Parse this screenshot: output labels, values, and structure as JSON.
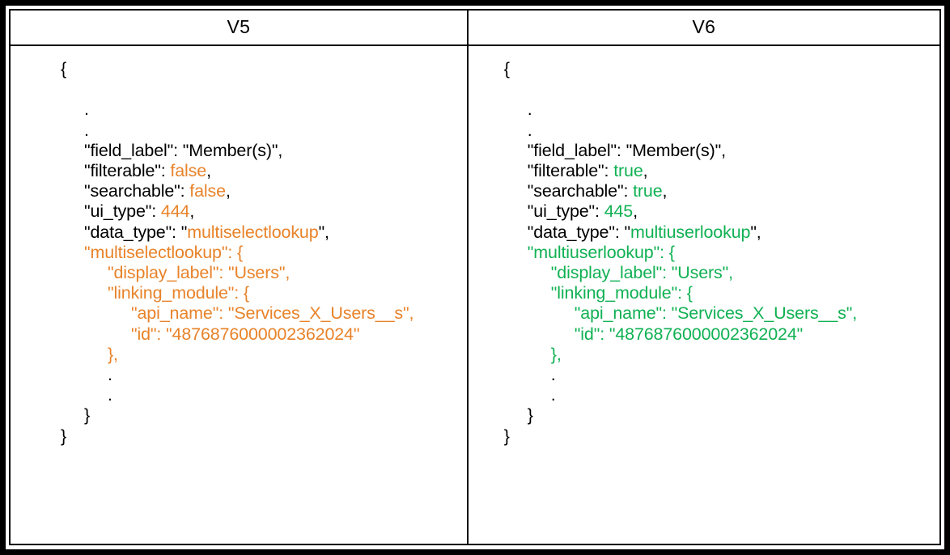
{
  "figure": {
    "type": "two-column-json-comparison",
    "colors": {
      "v5_highlight": "#E8832A",
      "v6_highlight": "#10B153",
      "text": "#000000",
      "border": "#000000",
      "background": "#FFFFFF"
    }
  },
  "columns": [
    {
      "id": "v5",
      "header": "V5",
      "highlight_color": "#E8832A",
      "lines": [
        {
          "indent": 0,
          "segments": [
            {
              "text": "{",
              "style": "plain"
            }
          ]
        },
        {
          "indent": 0,
          "segments": []
        },
        {
          "indent": 1,
          "segments": [
            {
              "text": ".",
              "style": "plain"
            }
          ]
        },
        {
          "indent": 1,
          "segments": [
            {
              "text": ".",
              "style": "plain"
            }
          ]
        },
        {
          "indent": 1,
          "segments": [
            {
              "text": "\"field_label\": \"Member(s)\",",
              "style": "plain"
            }
          ]
        },
        {
          "indent": 1,
          "segments": [
            {
              "text": "\"filterable\": ",
              "style": "plain"
            },
            {
              "text": "false",
              "style": "highlight"
            },
            {
              "text": ",",
              "style": "plain"
            }
          ]
        },
        {
          "indent": 1,
          "segments": [
            {
              "text": "\"searchable\": ",
              "style": "plain"
            },
            {
              "text": "false",
              "style": "highlight"
            },
            {
              "text": ",",
              "style": "plain"
            }
          ]
        },
        {
          "indent": 1,
          "segments": [
            {
              "text": "\"ui_type\": ",
              "style": "plain"
            },
            {
              "text": "444",
              "style": "highlight"
            },
            {
              "text": ",",
              "style": "plain"
            }
          ]
        },
        {
          "indent": 1,
          "segments": [
            {
              "text": "\"data_type\": \"",
              "style": "plain"
            },
            {
              "text": "multiselectlookup",
              "style": "highlight"
            },
            {
              "text": "\",",
              "style": "plain"
            }
          ]
        },
        {
          "indent": 1,
          "segments": [
            {
              "text": "\"multiselectlookup\": {",
              "style": "highlight"
            }
          ]
        },
        {
          "indent": 2,
          "segments": [
            {
              "text": "\"display_label\": \"Users\",",
              "style": "highlight"
            }
          ]
        },
        {
          "indent": 2,
          "segments": [
            {
              "text": "\"linking_module\": {",
              "style": "highlight"
            }
          ]
        },
        {
          "indent": 3,
          "segments": [
            {
              "text": "\"api_name\": \"Services_X_Users__s\",",
              "style": "highlight"
            }
          ]
        },
        {
          "indent": 3,
          "segments": [
            {
              "text": "\"id\": \"4876876000002362024\"",
              "style": "highlight"
            }
          ]
        },
        {
          "indent": 2,
          "segments": [
            {
              "text": "},",
              "style": "highlight"
            }
          ]
        },
        {
          "indent": 2,
          "segments": [
            {
              "text": ".",
              "style": "plain"
            }
          ]
        },
        {
          "indent": 2,
          "segments": [
            {
              "text": ".",
              "style": "plain"
            }
          ]
        },
        {
          "indent": 1,
          "segments": [
            {
              "text": "}",
              "style": "plain"
            }
          ]
        },
        {
          "indent": 0,
          "segments": [
            {
              "text": "}",
              "style": "plain"
            }
          ]
        }
      ]
    },
    {
      "id": "v6",
      "header": "V6",
      "highlight_color": "#10B153",
      "lines": [
        {
          "indent": 0,
          "segments": [
            {
              "text": "{",
              "style": "plain"
            }
          ]
        },
        {
          "indent": 0,
          "segments": []
        },
        {
          "indent": 1,
          "segments": [
            {
              "text": ".",
              "style": "plain"
            }
          ]
        },
        {
          "indent": 1,
          "segments": [
            {
              "text": ".",
              "style": "plain"
            }
          ]
        },
        {
          "indent": 1,
          "segments": [
            {
              "text": "\"field_label\": \"Member(s)\",",
              "style": "plain"
            }
          ]
        },
        {
          "indent": 1,
          "segments": [
            {
              "text": "\"filterable\": ",
              "style": "plain"
            },
            {
              "text": "true",
              "style": "highlight"
            },
            {
              "text": ",",
              "style": "plain"
            }
          ]
        },
        {
          "indent": 1,
          "segments": [
            {
              "text": "\"searchable\": ",
              "style": "plain"
            },
            {
              "text": "true",
              "style": "highlight"
            },
            {
              "text": ",",
              "style": "plain"
            }
          ]
        },
        {
          "indent": 1,
          "segments": [
            {
              "text": "\"ui_type\": ",
              "style": "plain"
            },
            {
              "text": "445",
              "style": "highlight"
            },
            {
              "text": ",",
              "style": "plain"
            }
          ]
        },
        {
          "indent": 1,
          "segments": [
            {
              "text": "\"data_type\": \"",
              "style": "plain"
            },
            {
              "text": "multiuserlookup",
              "style": "highlight"
            },
            {
              "text": "\",",
              "style": "plain"
            }
          ]
        },
        {
          "indent": 1,
          "segments": [
            {
              "text": "\"multiuserlookup\": {",
              "style": "highlight"
            }
          ]
        },
        {
          "indent": 2,
          "segments": [
            {
              "text": "\"display_label\": \"Users\",",
              "style": "highlight"
            }
          ]
        },
        {
          "indent": 2,
          "segments": [
            {
              "text": "\"linking_module\": {",
              "style": "highlight"
            }
          ]
        },
        {
          "indent": 3,
          "segments": [
            {
              "text": "\"api_name\": \"Services_X_Users__s\",",
              "style": "highlight"
            }
          ]
        },
        {
          "indent": 3,
          "segments": [
            {
              "text": "\"id\": \"4876876000002362024\"",
              "style": "highlight"
            }
          ]
        },
        {
          "indent": 2,
          "segments": [
            {
              "text": "},",
              "style": "highlight"
            }
          ]
        },
        {
          "indent": 2,
          "segments": [
            {
              "text": ".",
              "style": "plain"
            }
          ]
        },
        {
          "indent": 2,
          "segments": [
            {
              "text": ".",
              "style": "plain"
            }
          ]
        },
        {
          "indent": 1,
          "segments": [
            {
              "text": "}",
              "style": "plain"
            }
          ]
        },
        {
          "indent": 0,
          "segments": [
            {
              "text": "}",
              "style": "plain"
            }
          ]
        }
      ]
    }
  ]
}
